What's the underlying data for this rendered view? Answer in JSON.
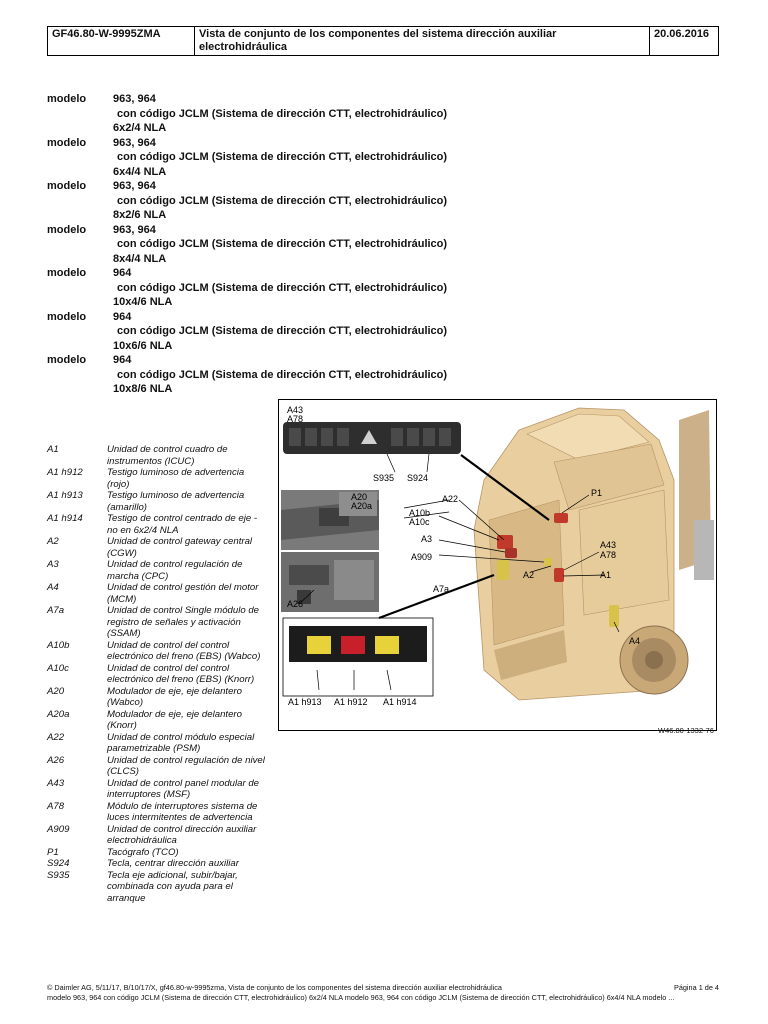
{
  "header": {
    "doc_id": "GF46.80-W-9995ZMA",
    "title": "Vista de conjunto de los componentes del sistema dirección auxiliar electrohidráulica",
    "date": "20.06.2016"
  },
  "models": [
    {
      "label": "modelo",
      "line1": "963, 964",
      "line2": "con código JCLM (Sistema de dirección CTT, electrohidráulico)",
      "line3": "6x2/4 NLA"
    },
    {
      "label": "modelo",
      "line1": "963, 964",
      "line2": "con código JCLM (Sistema de dirección CTT, electrohidráulico)",
      "line3": "6x4/4 NLA"
    },
    {
      "label": "modelo",
      "line1": "963, 964",
      "line2": "con código JCLM (Sistema de dirección CTT, electrohidráulico)",
      "line3": "8x2/6 NLA"
    },
    {
      "label": "modelo",
      "line1": "963, 964",
      "line2": "con código JCLM (Sistema de dirección CTT, electrohidráulico)",
      "line3": "8x4/4 NLA"
    },
    {
      "label": "modelo",
      "line1": "964",
      "line2": "con código JCLM (Sistema de dirección CTT, electrohidráulico)",
      "line3": "10x4/6 NLA"
    },
    {
      "label": "modelo",
      "line1": "964",
      "line2": "con código JCLM (Sistema de dirección CTT, electrohidráulico)",
      "line3": "10x6/6 NLA"
    },
    {
      "label": "modelo",
      "line1": "964",
      "line2": "con código JCLM (Sistema de dirección CTT, electrohidráulico)",
      "line3": "10x8/6 NLA"
    }
  ],
  "legend": [
    {
      "code": "A1",
      "desc": "Unidad de control cuadro de instrumentos (ICUC)"
    },
    {
      "code": "A1 h912",
      "desc": "Testigo luminoso de advertencia (rojo)"
    },
    {
      "code": "A1 h913",
      "desc": "Testigo luminoso de advertencia (amarillo)"
    },
    {
      "code": "A1 h914",
      "desc": "Testigo de control centrado de eje - no en 6x2/4 NLA"
    },
    {
      "code": "A2",
      "desc": "Unidad de control gateway central (CGW)"
    },
    {
      "code": "A3",
      "desc": "Unidad de control regulación de marcha (CPC)"
    },
    {
      "code": "A4",
      "desc": "Unidad de control gestión del motor (MCM)"
    },
    {
      "code": "A7a",
      "desc": "Unidad de control Single módulo de registro de señales y activación (SSAM)"
    },
    {
      "code": "A10b",
      "desc": "Unidad de control del control electrónico del freno (EBS) (Wabco)"
    },
    {
      "code": "A10c",
      "desc": "Unidad de control del control electrónico del freno (EBS) (Knorr)"
    },
    {
      "code": "A20",
      "desc": "Modulador de eje, eje delantero (Wabco)"
    },
    {
      "code": "A20a",
      "desc": "Modulador de eje, eje delantero (Knorr)"
    },
    {
      "code": "A22",
      "desc": "Unidad de control módulo especial parametrizable (PSM)"
    },
    {
      "code": "A26",
      "desc": "Unidad de control regulación de nivel (CLCS)"
    },
    {
      "code": "A43",
      "desc": "Unidad de control panel modular de interruptores (MSF)"
    },
    {
      "code": "A78",
      "desc": "Módulo de interruptores sistema de luces intermitentes de advertencia"
    },
    {
      "code": "A909",
      "desc": "Unidad de control dirección auxiliar electrohidráulica"
    },
    {
      "code": "P1",
      "desc": "Tacógrafo (TCO)"
    },
    {
      "code": "S924",
      "desc": "Tecla, centrar dirección auxiliar"
    },
    {
      "code": "S935",
      "desc": "Tecla eje adicional, subir/bajar, combinada con ayuda para el arranque"
    }
  ],
  "figure": {
    "id": "W46.80-1332-76",
    "labels": {
      "a43": "A43",
      "a78": "A78",
      "s935": "S935",
      "s924": "S924",
      "a20": "A20",
      "a20a": "A20a",
      "a26": "A26",
      "h913": "A1 h913",
      "h912": "A1 h912",
      "h914": "A1 h914",
      "a22": "A22",
      "a10b": "A10b",
      "a10c": "A10c",
      "a3": "A3",
      "a909": "A909",
      "a2": "A2",
      "a7a": "A7a",
      "p1": "P1",
      "a43r": "A43",
      "a78r": "A78",
      "a1": "A1",
      "a4": "A4"
    }
  },
  "footer": {
    "line1": "© Daimler AG, 5/11/17, B/10/17/X, gf46.80-w-9995zma, Vista de conjunto de los componentes del sistema dirección auxiliar electrohidráulica",
    "page": "Página 1 de 4",
    "line2": "modelo 963, 964 con código JCLM (Sistema de dirección CTT, electrohidráulico) 6x2/4 NLA modelo 963, 964 con código JCLM (Sistema de dirección CTT, electrohidráulico) 6x4/4 NLA modelo ..."
  },
  "colors": {
    "truck_body": "#e9cfa0",
    "truck_shadow": "#c9a878",
    "component_red": "#c0392b",
    "component_yellow": "#d9c24a",
    "warning_yellow": "#e8d23a",
    "warning_red": "#c8202a"
  }
}
